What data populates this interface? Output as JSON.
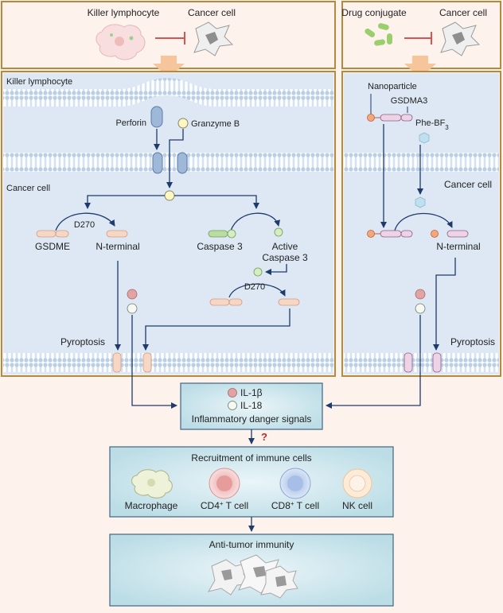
{
  "colors": {
    "page_bg": "#fdf3ec",
    "panel_border": "#b58a3e",
    "cell_bg": "#dde8f4",
    "membrane": "#b9cfe6",
    "arrow": "#1f3b6b",
    "inhibit": "#d9534f",
    "box_border": "#4a6f8a",
    "box_fill": "#cfe5ec",
    "question_mark": "#cc2222"
  },
  "top_left": {
    "killer_label": "Killer lymphocyte",
    "cancer_label": "Cancer cell"
  },
  "top_right": {
    "drug_label": "Drug conjugate",
    "cancer_label": "Cancer cell"
  },
  "left_panel": {
    "killer_lymphocyte": "Killer  lymphocyte",
    "perforin": "Perforin",
    "granzyme_b": "Granzyme B",
    "cancer_cell": "Cancer cell",
    "d270_top": "D270",
    "gsdme": "GSDME",
    "n_terminal": "N-terminal",
    "caspase3": "Caspase 3",
    "active_caspase3_line1": "Active",
    "active_caspase3_line2": "Caspase 3",
    "d270_bottom": "D270",
    "pyroptosis": "Pyroptosis"
  },
  "right_panel": {
    "nanoparticle": "Nanoparticle",
    "gsdma3": "GSDMA3",
    "phe_bf3": "Phe-BF",
    "phe_bf3_sub": "3",
    "cancer_cell": "Cancer cell",
    "n_terminal": "N-terminal",
    "pyroptosis": "Pyroptosis"
  },
  "signals_box": {
    "il1b": "IL-1β",
    "il18": "IL-18",
    "title": "Inflammatory danger signals"
  },
  "question": "?",
  "recruitment_box": {
    "title": "Recruitment of immune cells",
    "macrophage": "Macrophage",
    "cd4_prefix": "CD4",
    "cd4_suffix": " T cell",
    "cd8_prefix": "CD8",
    "cd8_suffix": " T cell",
    "plus": "+",
    "nk": "NK cell"
  },
  "antitumor_box": {
    "title": "Anti-tumor immunity"
  }
}
